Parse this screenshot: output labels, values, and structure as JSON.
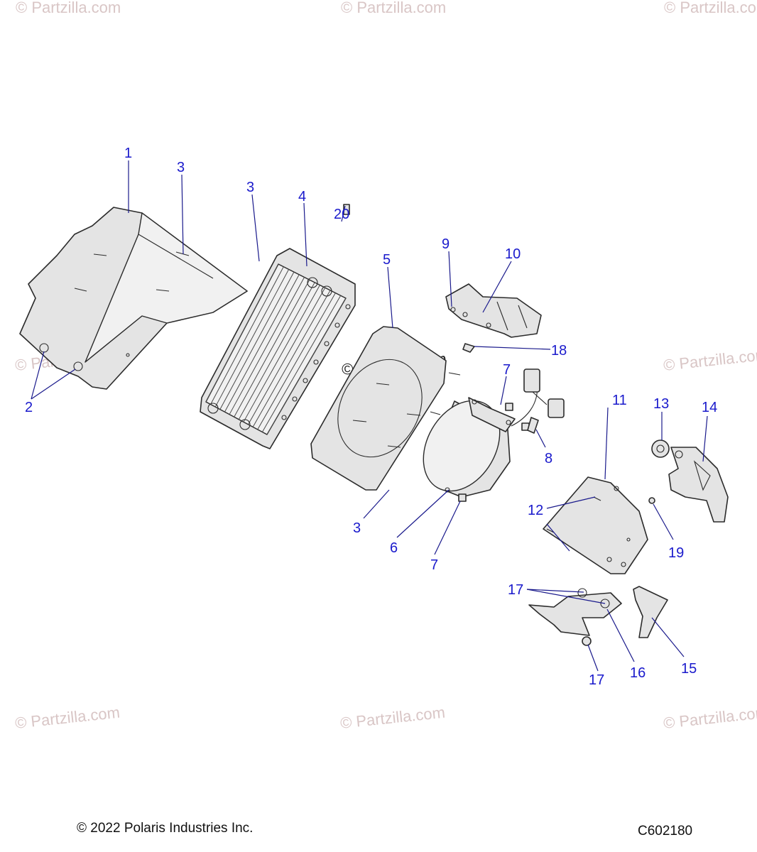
{
  "watermark": {
    "text": "© Partzilla.com",
    "color": "#d9c6c6"
  },
  "callouts": [
    {
      "id": "c1",
      "label": "1"
    },
    {
      "id": "c2",
      "label": "2"
    },
    {
      "id": "c3a",
      "label": "3"
    },
    {
      "id": "c3b",
      "label": "3"
    },
    {
      "id": "c3c",
      "label": "3"
    },
    {
      "id": "c4",
      "label": "4"
    },
    {
      "id": "c5",
      "label": "5"
    },
    {
      "id": "c6",
      "label": "6"
    },
    {
      "id": "c7a",
      "label": "7"
    },
    {
      "id": "c7b",
      "label": "7"
    },
    {
      "id": "c8",
      "label": "8"
    },
    {
      "id": "c9",
      "label": "9"
    },
    {
      "id": "c10",
      "label": "10"
    },
    {
      "id": "c11",
      "label": "11"
    },
    {
      "id": "c12",
      "label": "12"
    },
    {
      "id": "c13",
      "label": "13"
    },
    {
      "id": "c14",
      "label": "14"
    },
    {
      "id": "c15",
      "label": "15"
    },
    {
      "id": "c16",
      "label": "16"
    },
    {
      "id": "c17a",
      "label": "17"
    },
    {
      "id": "c17b",
      "label": "17"
    },
    {
      "id": "c18",
      "label": "18"
    },
    {
      "id": "c19",
      "label": "19"
    },
    {
      "id": "c20",
      "label": "20"
    }
  ],
  "callout_color": "#1a1acc",
  "footer": {
    "copyright": "© 2022 Polaris Industries Inc.",
    "diagram_code": "C602180"
  }
}
